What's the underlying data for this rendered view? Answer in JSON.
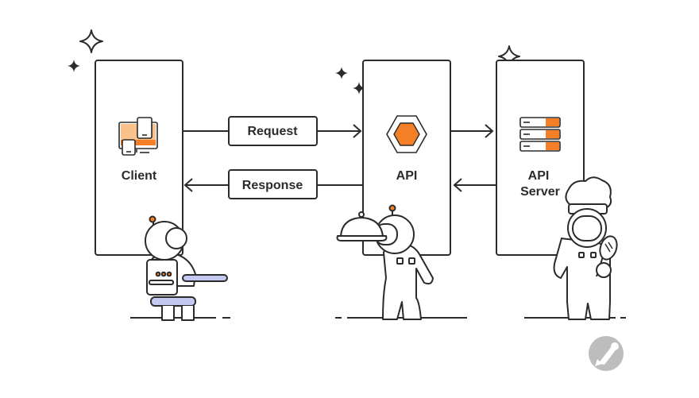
{
  "nodes": {
    "client": {
      "label": "Client",
      "icon": "devices-icon"
    },
    "api": {
      "label": "API",
      "icon": "hexagon-icon"
    },
    "server": {
      "label_line1": "API",
      "label_line2": "Server",
      "icon": "server-rack-icon"
    }
  },
  "edges": {
    "request": {
      "label": "Request"
    },
    "response": {
      "label": "Response"
    }
  },
  "characters": [
    "astronaut-seated-at-desk",
    "astronaut-waiter-with-cloche",
    "astronaut-chef-with-spatula"
  ],
  "logo": {
    "icon": "postman-logo-icon"
  },
  "colors": {
    "stroke": "#2b2b2b",
    "accent": "#f47f26",
    "accent_light": "#fbc18a",
    "desk": "#c3c9f0",
    "logo": "#bdbdbd"
  }
}
